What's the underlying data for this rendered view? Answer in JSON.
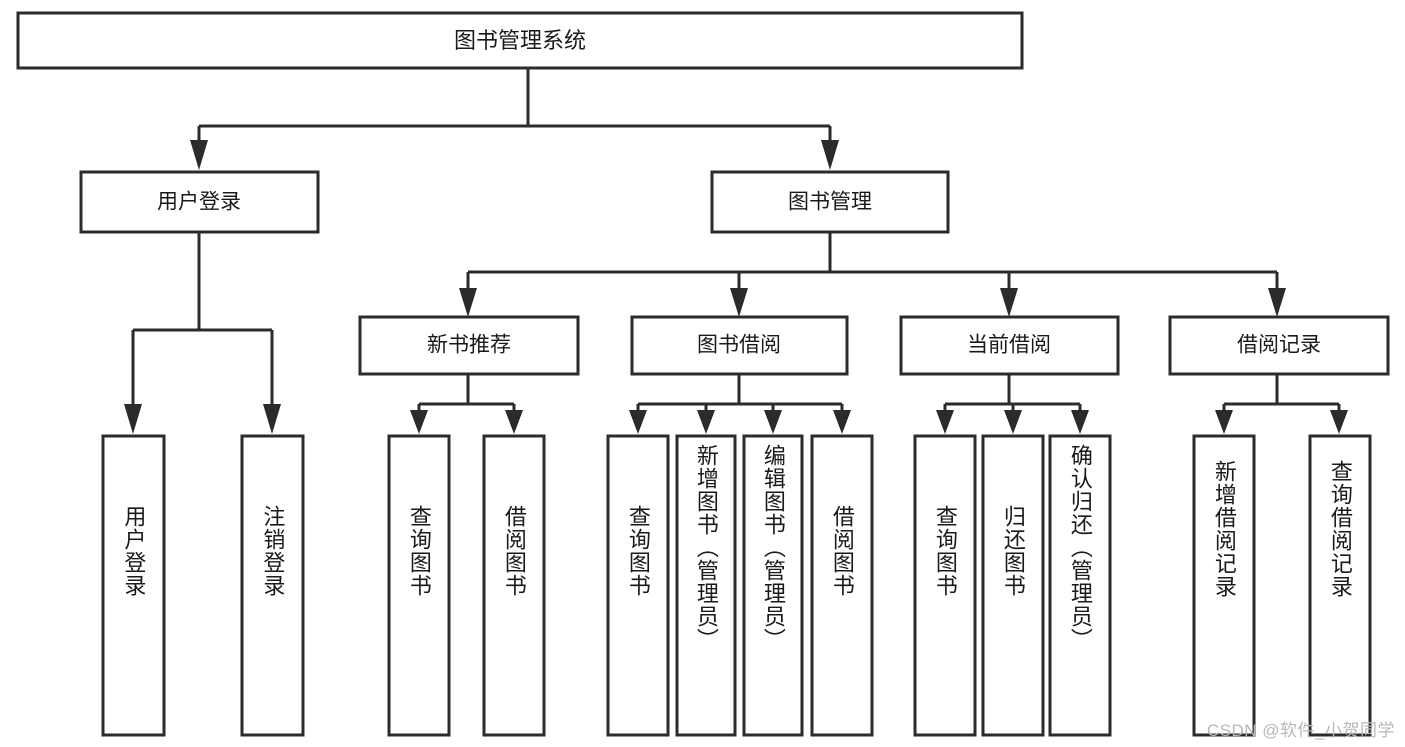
{
  "diagram": {
    "type": "tree-hierarchy-chart",
    "title": "图书管理系统",
    "watermark": "CSDN @软件_小贺同学",
    "colors": {
      "box_stroke": "#2b2b2b",
      "box_fill": "#ffffff",
      "text": "#1a1a1a",
      "watermark": "#b8b8b8",
      "background": "#ffffff"
    },
    "root": {
      "label": "图书管理系统",
      "orientation": "horizontal"
    },
    "level1": [
      {
        "id": "user-login",
        "label": "用户登录",
        "orientation": "horizontal"
      },
      {
        "id": "book-manage",
        "label": "图书管理",
        "orientation": "horizontal"
      }
    ],
    "level2": [
      {
        "id": "new-book-recommend",
        "label": "新书推荐",
        "parent": "book-manage",
        "orientation": "horizontal"
      },
      {
        "id": "book-borrow",
        "label": "图书借阅",
        "parent": "book-manage",
        "orientation": "horizontal"
      },
      {
        "id": "current-borrow",
        "label": "当前借阅",
        "parent": "book-manage",
        "orientation": "horizontal"
      },
      {
        "id": "borrow-record",
        "label": "借阅记录",
        "parent": "book-manage",
        "orientation": "horizontal"
      }
    ],
    "leaves": [
      {
        "id": "leaf-user-login",
        "label": "用户登录",
        "parent": "user-login",
        "orientation": "vertical"
      },
      {
        "id": "leaf-logout-login",
        "label": "注销登录",
        "parent": "user-login",
        "orientation": "vertical"
      },
      {
        "id": "leaf-query-book-1",
        "label": "查询图书",
        "parent": "new-book-recommend",
        "orientation": "vertical"
      },
      {
        "id": "leaf-borrow-book-1",
        "label": "借阅图书",
        "parent": "new-book-recommend",
        "orientation": "vertical"
      },
      {
        "id": "leaf-query-book-2",
        "label": "查询图书",
        "parent": "book-borrow",
        "orientation": "vertical"
      },
      {
        "id": "leaf-add-book",
        "label": "新增图书（管理员）",
        "parent": "book-borrow",
        "orientation": "vertical"
      },
      {
        "id": "leaf-edit-book",
        "label": "编辑图书（管理员）",
        "parent": "book-borrow",
        "orientation": "vertical"
      },
      {
        "id": "leaf-borrow-book-2",
        "label": "借阅图书",
        "parent": "book-borrow",
        "orientation": "vertical"
      },
      {
        "id": "leaf-query-book-3",
        "label": "查询图书",
        "parent": "current-borrow",
        "orientation": "vertical"
      },
      {
        "id": "leaf-return-book",
        "label": "归还图书",
        "parent": "current-borrow",
        "orientation": "vertical"
      },
      {
        "id": "leaf-confirm-return",
        "label": "确认归还（管理员）",
        "parent": "current-borrow",
        "orientation": "vertical"
      },
      {
        "id": "leaf-add-record",
        "label": "新增借阅记录",
        "parent": "borrow-record",
        "orientation": "vertical"
      },
      {
        "id": "leaf-query-record",
        "label": "查询借阅记录",
        "parent": "borrow-record",
        "orientation": "vertical"
      }
    ]
  }
}
